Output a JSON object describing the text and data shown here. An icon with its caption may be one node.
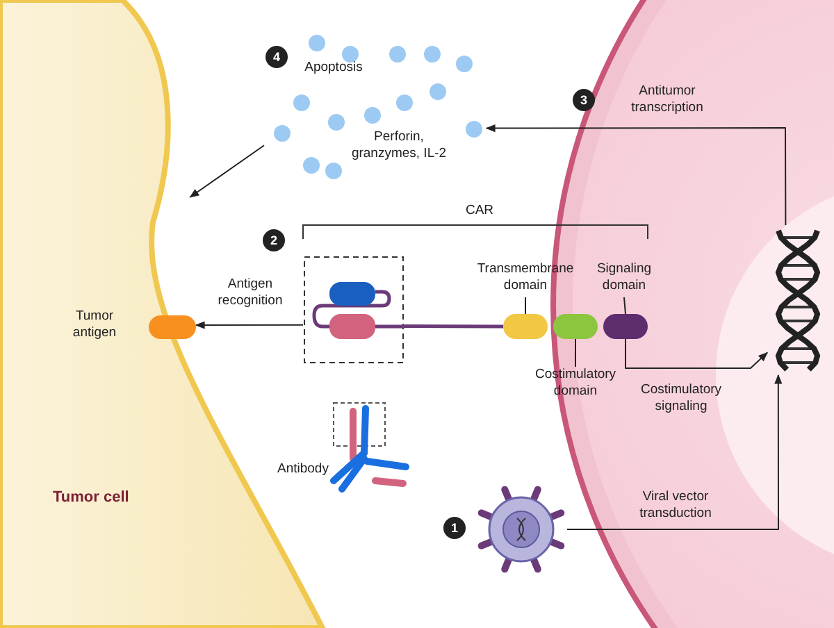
{
  "diagram": {
    "nodes": [
      {
        "text": [
          "Tumor cell"
        ]
      },
      {
        "text": [],
        "shape": "bar"
      },
      {
        "text": [
          "Apoptosis",
          "Perforin, granzymes, IL-2"
        ]
      },
      {
        "text": [],
        "shape": "box"
      },
      {
        "text": [
          "Transmembrane domain"
        ]
      },
      {
        "text": [
          "Signaling domain"
        ]
      },
      {
        "text": [],
        "shape": "bar"
      },
      {
        "text": [],
        "shape": "bar"
      },
      {
        "text": [],
        "shape": "bar"
      },
      {
        "text": [
          "Costimulatory domain"
        ]
      },
      {
        "text": [],
        "shape": "picture"
      },
      {
        "text": [],
        "shape": "picture",
        "beside": [
          "Antibody"
        ]
      },
      {
        "text": [],
        "shape": "picture"
      }
    ],
    "edges": [
      {
        "from": 12,
        "to": 10,
        "arrow": "to",
        "label": "Viral vector transduction"
      },
      {
        "from": 8,
        "to": 10,
        "arrow": "to",
        "label": "Costimulatory signaling"
      },
      {
        "from": 10,
        "to": 2,
        "arrow": "to",
        "label": "Antitumor transcription"
      },
      {
        "from": 2,
        "to": 0,
        "arrow": "to"
      },
      {
        "from": 3,
        "to": 1,
        "arrow": "to",
        "label": "Antigen recognition"
      },
      {
        "from": 4,
        "to": 6,
        "arrow": "none"
      },
      {
        "from": 5,
        "to": 8,
        "arrow": "none"
      },
      {
        "from": 9,
        "to": 7,
        "arrow": "none"
      },
      {
        "from": 3,
        "to": 6,
        "arrow": "none",
        "style": "thick",
        "color": "#6b3a78"
      }
    ],
    "labels": [
      "4",
      "3",
      "CAR",
      "2",
      "Tumor antigen",
      "1"
    ]
  }
}
